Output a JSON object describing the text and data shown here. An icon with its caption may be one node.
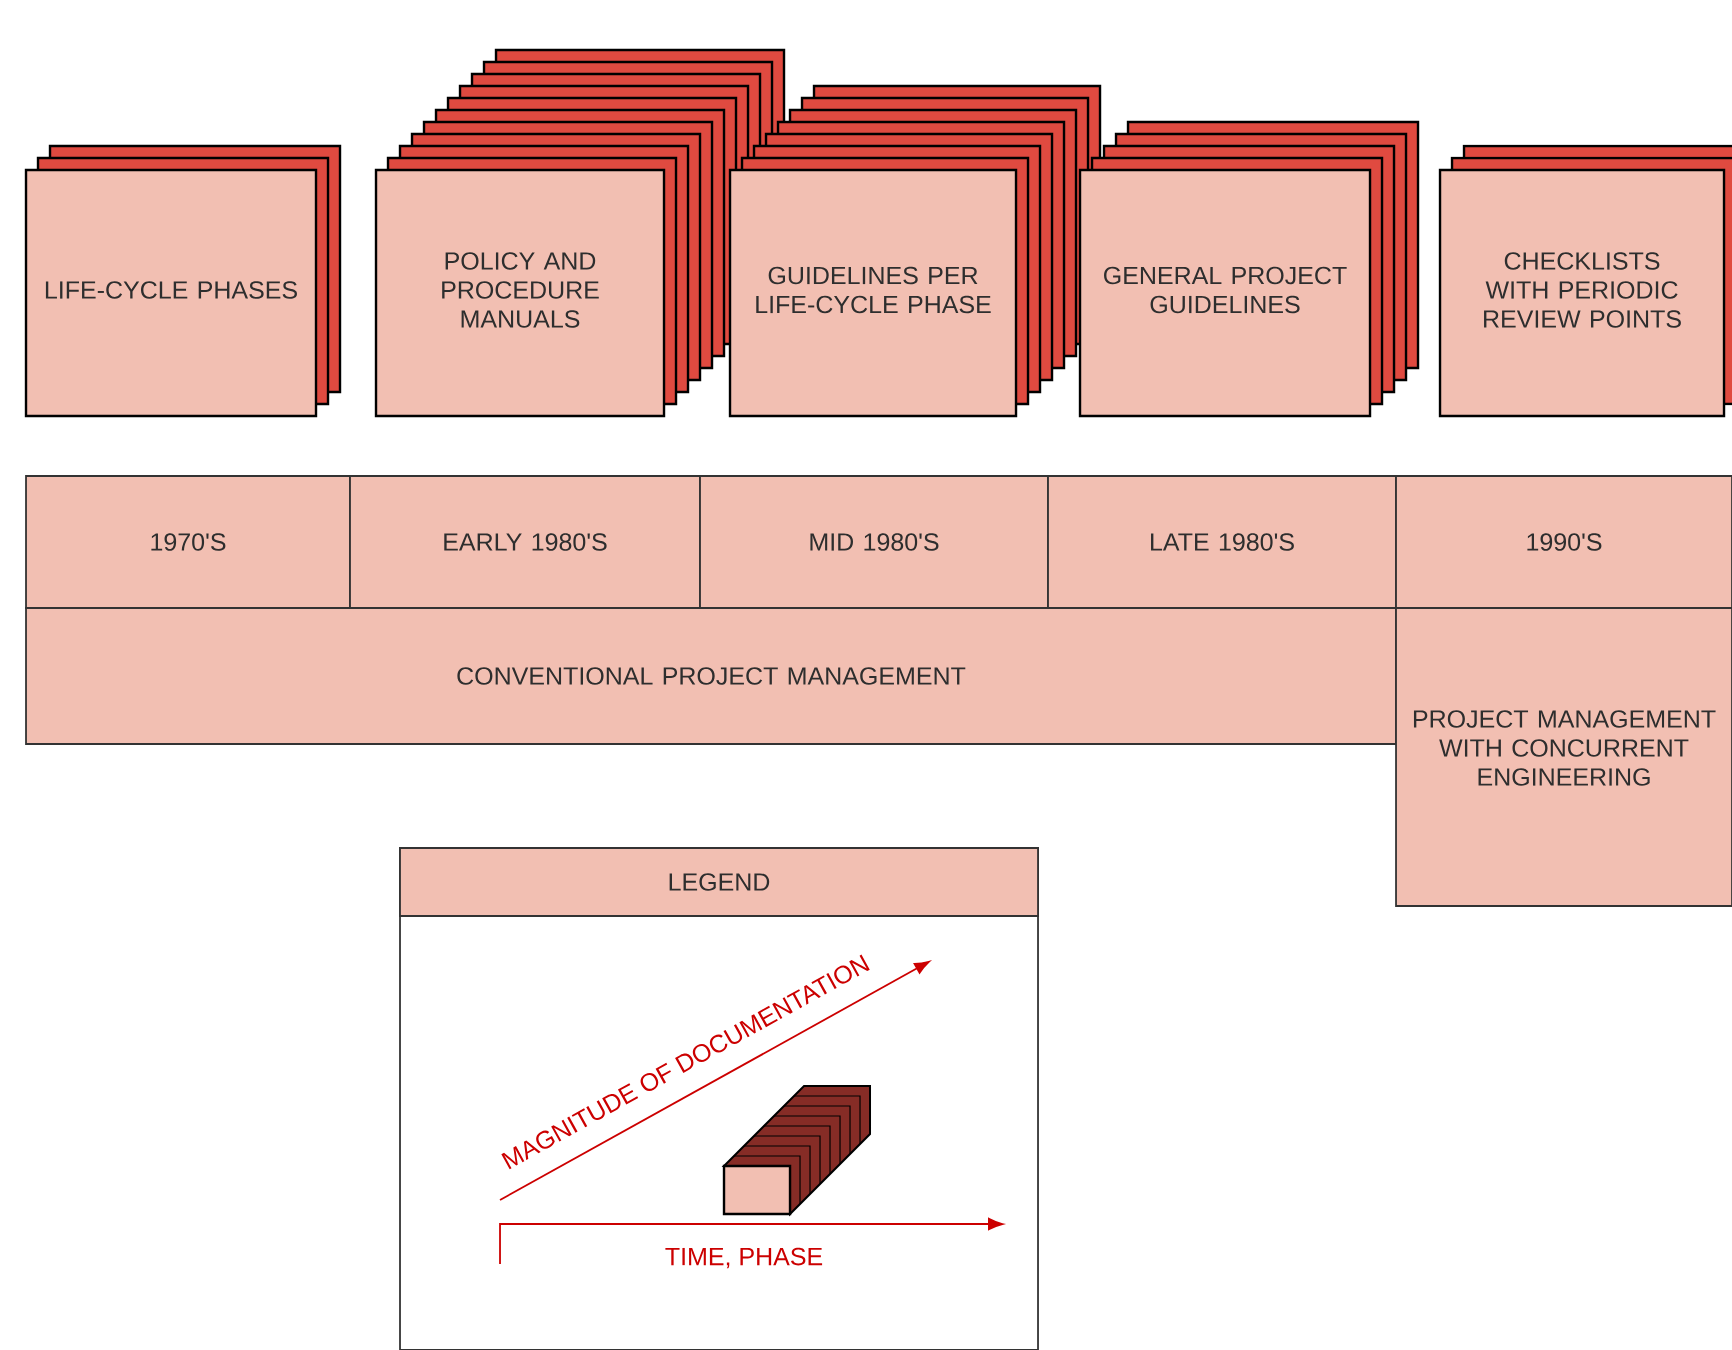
{
  "diagram": {
    "nodes": [
      {
        "text": [
          "LIFE-CYCLE PHASES"
        ]
      },
      {
        "text": [
          "POLICY AND PROCEDURE MANUALS"
        ]
      },
      {
        "text": [
          "GUIDELINES PER LIFE-CYCLE PHASE"
        ]
      },
      {
        "text": [
          "GENERAL PROJECT GUIDELINES"
        ]
      },
      {
        "text": [
          "CHECKLISTS WITH PERIODIC REVIEW POINTS"
        ]
      },
      {
        "text": [
          "1970'S"
        ]
      },
      {
        "text": [
          "EARLY 1980'S"
        ]
      },
      {
        "text": [
          "MID 1980'S"
        ]
      },
      {
        "text": [
          "LATE 1980'S"
        ]
      },
      {
        "text": [
          "1990'S"
        ]
      },
      {
        "text": [
          "CONVENTIONAL PROJECT MANAGEMENT"
        ]
      },
      {
        "text": [
          "PROJECT MANAGEMENT WITH CONCURRENT ENGINEERING"
        ]
      },
      {
        "text": [
          "LEGEND"
        ]
      }
    ],
    "edges": [],
    "labels": [
      "MAGNITUDE OF DOCUMENTATION",
      "TIME, PHASE"
    ]
  }
}
